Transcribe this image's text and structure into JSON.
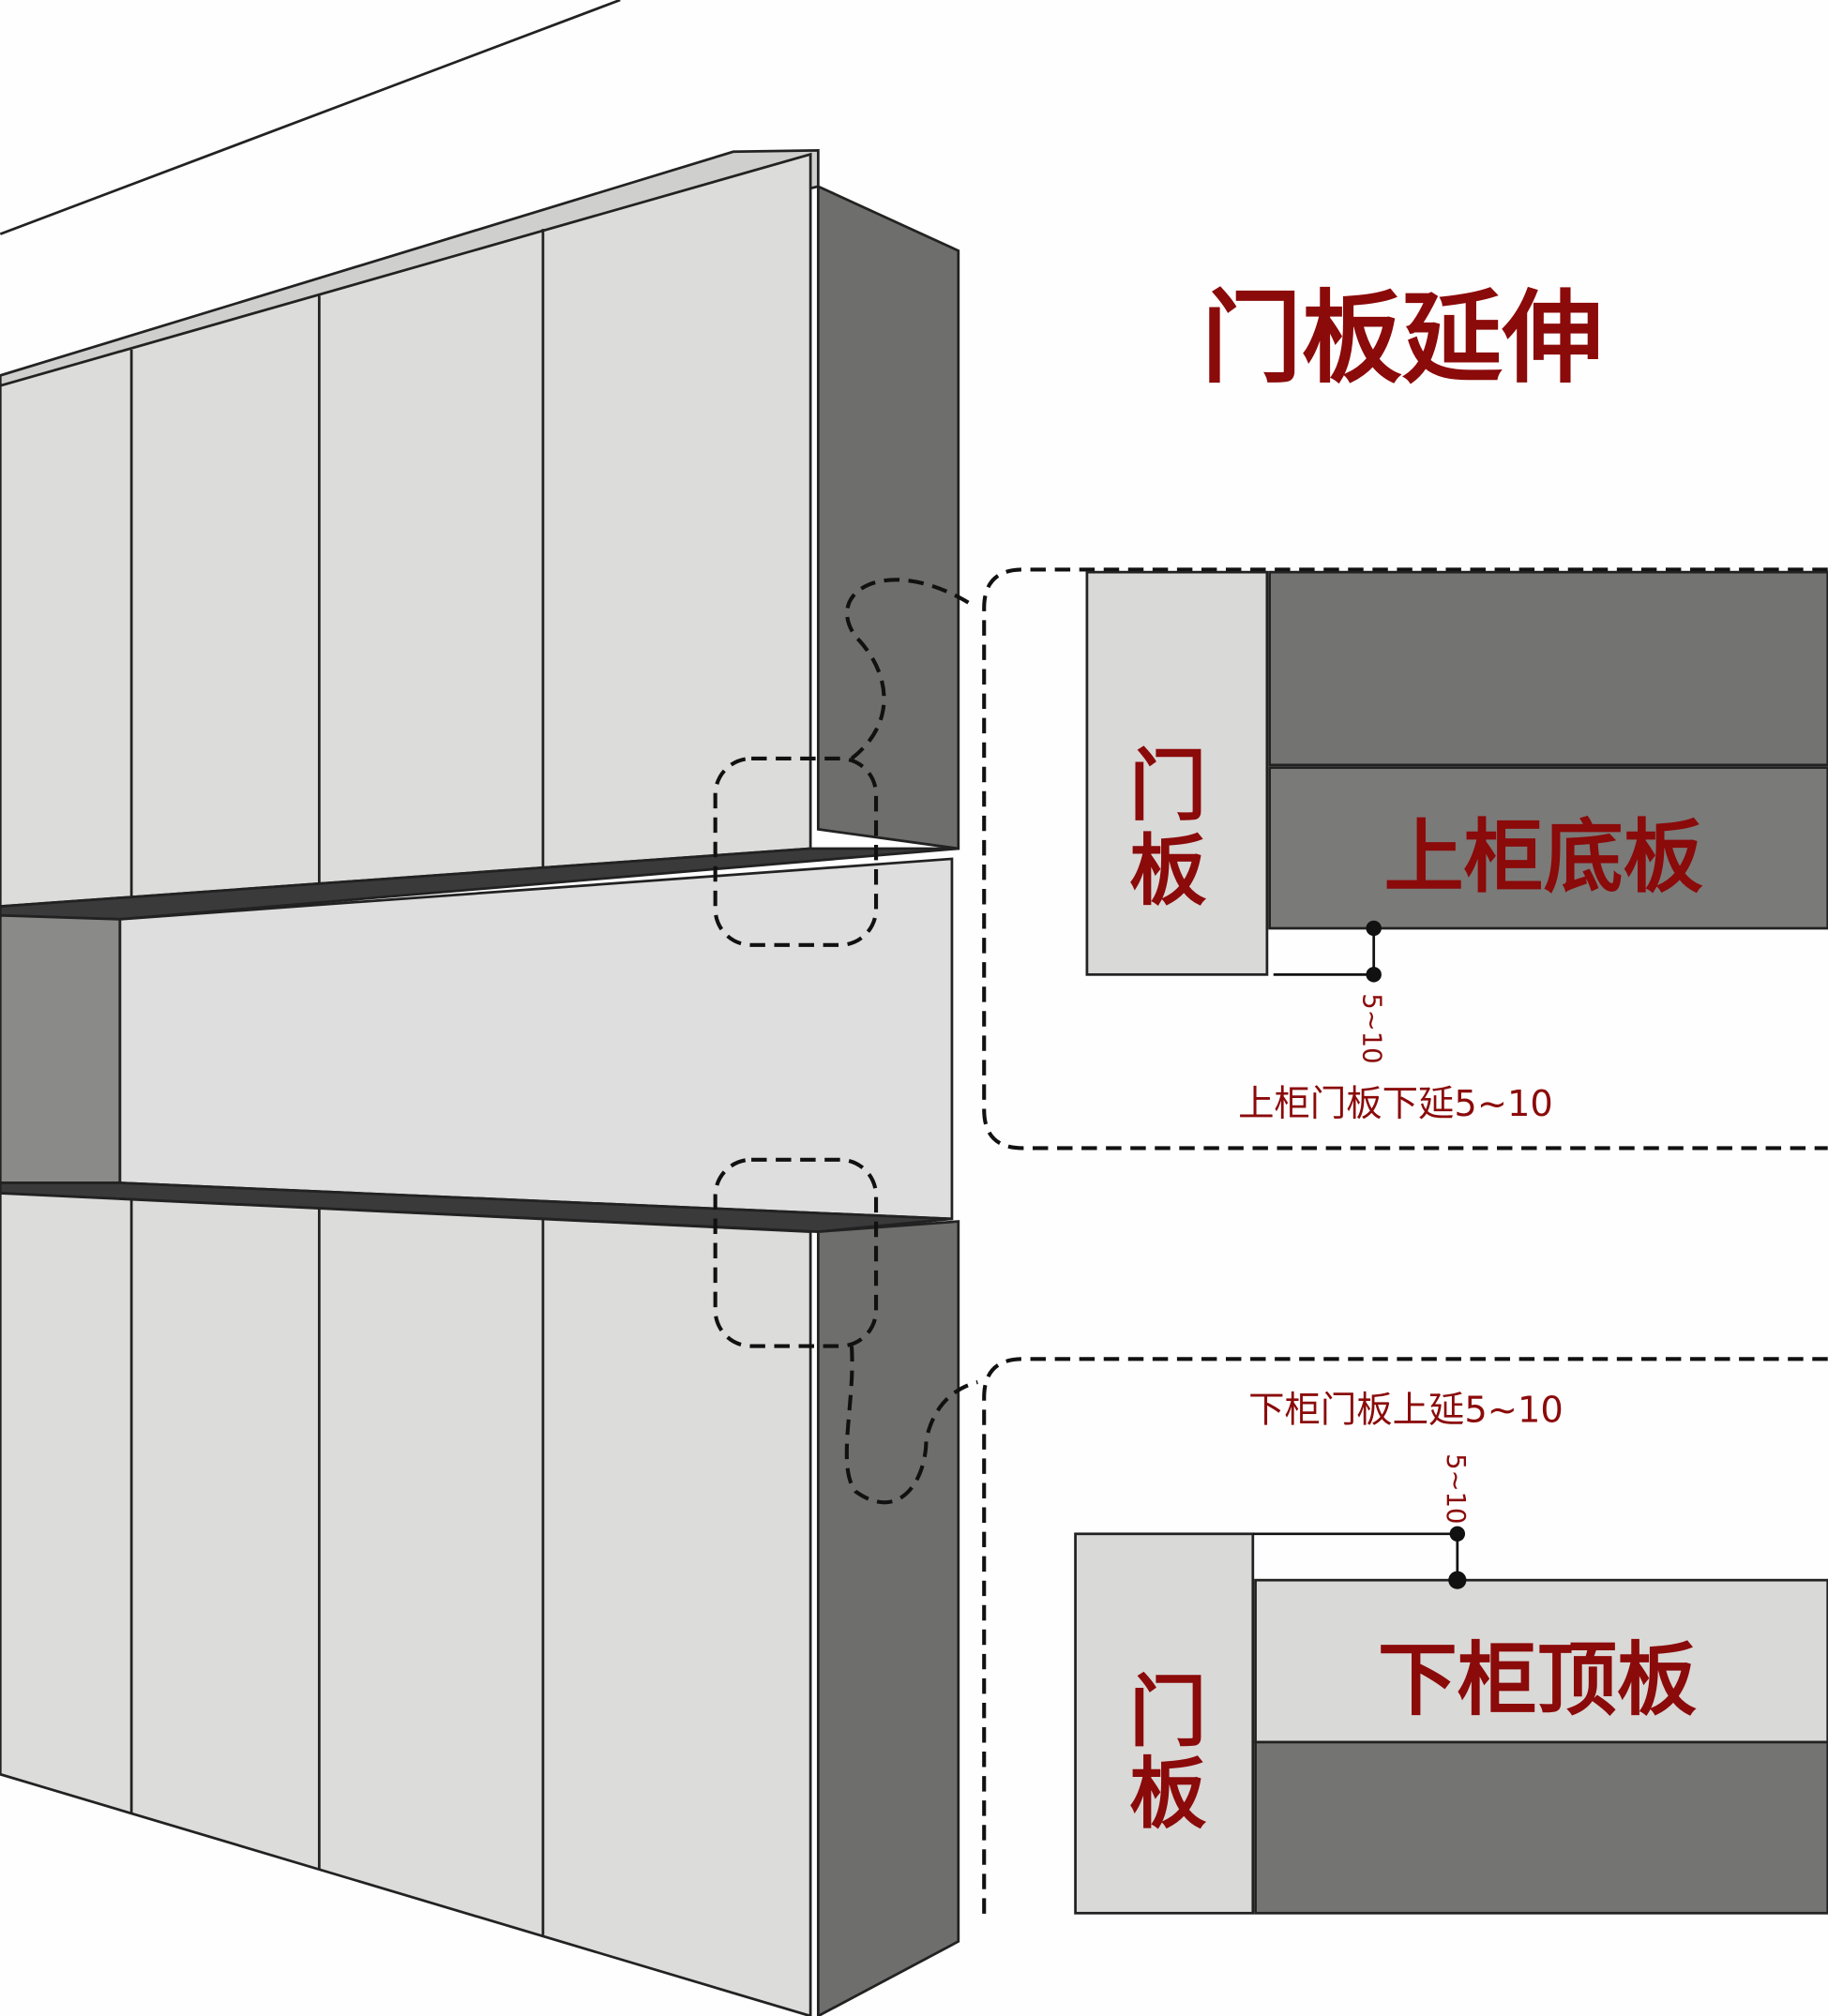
{
  "title": "门板延伸",
  "callout_upper": {
    "door_label_1": "门",
    "door_label_2": "板",
    "panel_label": "上柜底板",
    "dimension": "5~10",
    "caption": "上柜门板下延5~10"
  },
  "callout_lower": {
    "door_label_1": "门",
    "door_label_2": "板",
    "panel_label": "下柜顶板",
    "dimension": "5~10",
    "caption": "下柜门板上延5~10"
  },
  "colors": {
    "accent_text": "#8b0a0a",
    "door_panel": "#dcdcda",
    "side_panel": "#6e6e6c",
    "line": "#1a1a1a"
  }
}
